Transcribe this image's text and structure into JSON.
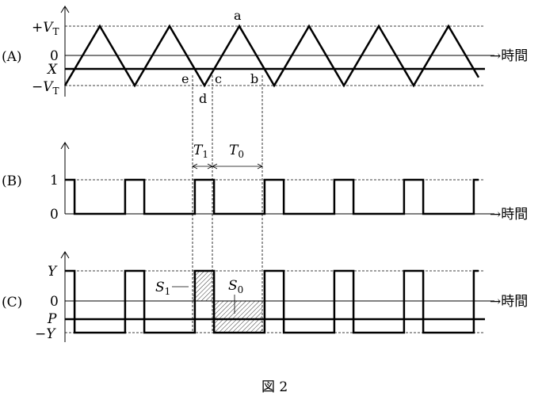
{
  "panels": {
    "A": {
      "label": "(A)",
      "levels": {
        "plus_vt": "+V",
        "plus_vt_sub": "T",
        "zero": "0",
        "x": "X",
        "minus_vt": "−V",
        "minus_vt_sub": "T"
      },
      "time_label": "→時間"
    },
    "B": {
      "label": "(B)",
      "levels": {
        "one": "1",
        "zero": "0"
      },
      "time_label": "→時間"
    },
    "C": {
      "label": "(C)",
      "levels": {
        "y": "Y",
        "zero": "0",
        "p": "P",
        "minus_y": "−Y"
      },
      "time_label": "→時間"
    }
  },
  "points": {
    "a": "a",
    "b": "b",
    "c": "c",
    "d": "d",
    "e": "e"
  },
  "intervals": {
    "t1": "T",
    "t1_sub": "1",
    "t0": "T",
    "t0_sub": "0"
  },
  "areas": {
    "s1": "S",
    "s1_sub": "1",
    "s0": "S",
    "s0_sub": "0"
  },
  "caption": "図 2",
  "waveform": {
    "x_level_fraction_of_vt": -0.45,
    "cycles": 6
  }
}
